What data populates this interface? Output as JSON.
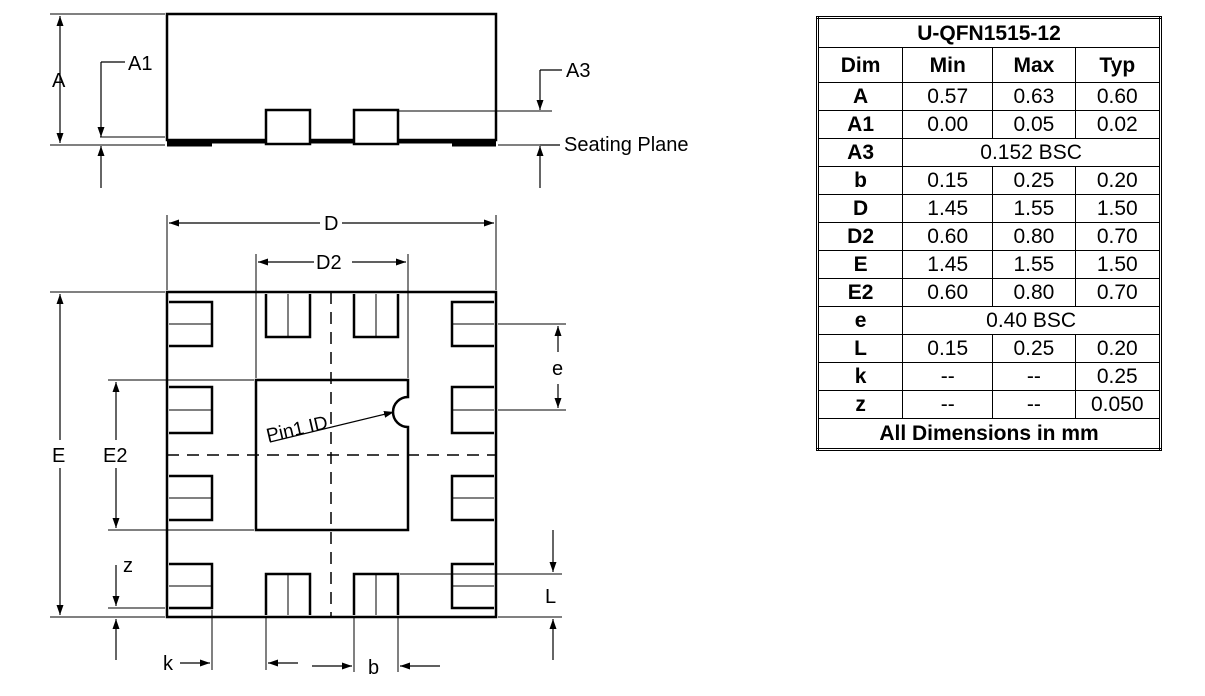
{
  "drawing": {
    "labels": {
      "A": "A",
      "A1": "A1",
      "A3": "A3",
      "seating": "Seating Plane",
      "D": "D",
      "D2": "D2",
      "E": "E",
      "E2": "E2",
      "e": "e",
      "z": "z",
      "L": "L",
      "k": "k",
      "b": "b",
      "pin1": "Pin1 ID"
    }
  },
  "table": {
    "title": "U-QFN1515-12",
    "headers": [
      "Dim",
      "Min",
      "Max",
      "Typ"
    ],
    "rows": [
      {
        "dim": "A",
        "min": "0.57",
        "max": "0.63",
        "typ": "0.60"
      },
      {
        "dim": "A1",
        "min": "0.00",
        "max": "0.05",
        "typ": "0.02"
      },
      {
        "dim": "A3",
        "span": "0.152 BSC"
      },
      {
        "dim": "b",
        "min": "0.15",
        "max": "0.25",
        "typ": "0.20"
      },
      {
        "dim": "D",
        "min": "1.45",
        "max": "1.55",
        "typ": "1.50"
      },
      {
        "dim": "D2",
        "min": "0.60",
        "max": "0.80",
        "typ": "0.70"
      },
      {
        "dim": "E",
        "min": "1.45",
        "max": "1.55",
        "typ": "1.50"
      },
      {
        "dim": "E2",
        "min": "0.60",
        "max": "0.80",
        "typ": "0.70"
      },
      {
        "dim": "e",
        "span": "0.40 BSC"
      },
      {
        "dim": "L",
        "min": "0.15",
        "max": "0.25",
        "typ": "0.20"
      },
      {
        "dim": "k",
        "min": "--",
        "max": "--",
        "typ": "0.25"
      },
      {
        "dim": "z",
        "min": "--",
        "max": "--",
        "typ": "0.050"
      }
    ],
    "footer": "All Dimensions in mm"
  }
}
